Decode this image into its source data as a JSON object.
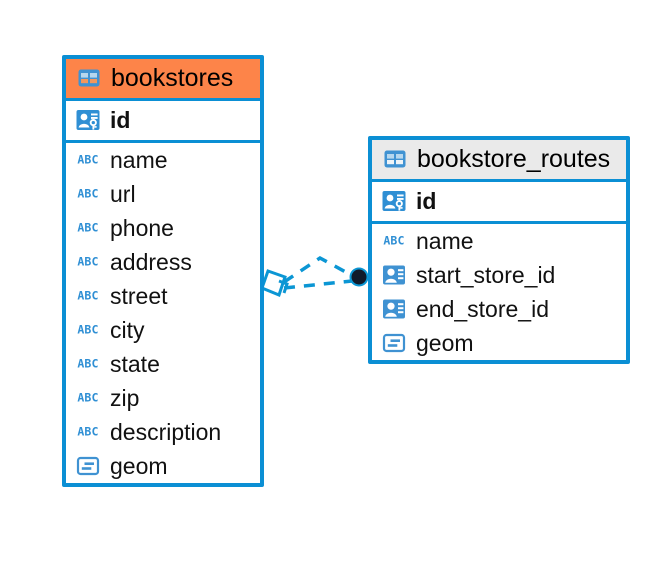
{
  "diagram": {
    "type": "entity-relationship-diagram",
    "background": "#ffffff",
    "colors": {
      "border": "#0b8fd4",
      "icon_blue": "#3f92d2",
      "accent_header": "#fd8449",
      "neutral_header": "#eaeaea",
      "connector": "#0b96d4",
      "connector_endpoint": "#101a2b",
      "text": "#111111"
    },
    "entities": [
      {
        "name": "bookstores",
        "header_icon": "table-icon",
        "header_style": "accent",
        "primary_key": {
          "label": "id",
          "icon": "primary-key-icon",
          "type": "key"
        },
        "fields": [
          {
            "label": "name",
            "icon": "text-abc-icon",
            "type": "text"
          },
          {
            "label": "url",
            "icon": "text-abc-icon",
            "type": "text"
          },
          {
            "label": "phone",
            "icon": "text-abc-icon",
            "type": "text"
          },
          {
            "label": "address",
            "icon": "text-abc-icon",
            "type": "text"
          },
          {
            "label": "street",
            "icon": "text-abc-icon",
            "type": "text"
          },
          {
            "label": "city",
            "icon": "text-abc-icon",
            "type": "text"
          },
          {
            "label": "state",
            "icon": "text-abc-icon",
            "type": "text"
          },
          {
            "label": "zip",
            "icon": "text-abc-icon",
            "type": "text"
          },
          {
            "label": "description",
            "icon": "text-abc-icon",
            "type": "text"
          },
          {
            "label": "geom",
            "icon": "geometry-icon",
            "type": "geometry"
          }
        ]
      },
      {
        "name": "bookstore_routes",
        "header_icon": "table-icon",
        "header_style": "neutral",
        "primary_key": {
          "label": "id",
          "icon": "primary-key-icon",
          "type": "key"
        },
        "fields": [
          {
            "label": "name",
            "icon": "text-abc-icon",
            "type": "text"
          },
          {
            "label": "start_store_id",
            "icon": "foreign-key-icon",
            "type": "reference"
          },
          {
            "label": "end_store_id",
            "icon": "foreign-key-icon",
            "type": "reference"
          },
          {
            "label": "geom",
            "icon": "geometry-icon",
            "type": "geometry"
          }
        ]
      }
    ],
    "relationships": [
      {
        "from": "bookstores",
        "to": "bookstore_routes",
        "style": "dashed",
        "source_marker": "rhombus",
        "target_marker": "filled-circle"
      },
      {
        "from": "bookstores",
        "to": "bookstore_routes",
        "style": "dashed",
        "source_marker": "rhombus",
        "target_marker": "filled-circle"
      }
    ]
  }
}
